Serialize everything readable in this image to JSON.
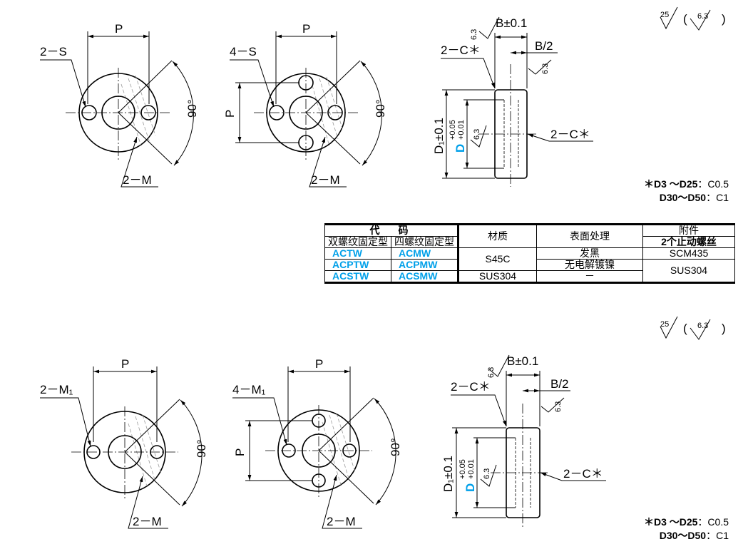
{
  "labels": {
    "two_s": "2－S",
    "four_s": "4－S",
    "two_m1": "2－M₁",
    "four_m1": "4－M₁",
    "two_m": "2－M",
    "p": "P",
    "deg90": "90°",
    "b_tol": "B±0.1",
    "b_half": "B/2",
    "two_c_star": "2－C＊",
    "d1_tol": "D₁±0.1",
    "d_label": "D",
    "d_tol_upper": "+0.05",
    "d_tol_lower": "+0.01",
    "rough_63": "6.3",
    "rough_25": "25"
  },
  "chamfer_note": {
    "row1_prefix": "＊D3 ～D25",
    "row1_value": "：C0.5",
    "row2_prefix": "D30～D50",
    "row2_value": "：C1"
  },
  "table": {
    "header_code": "代　码",
    "header_double": "双螺纹固定型",
    "header_quad": "四螺纹固定型",
    "header_material": "材质",
    "header_surface": "表面处理",
    "header_accessory": "附件",
    "header_set_screw": "2个止动螺丝",
    "rows": [
      {
        "double": "ACTW",
        "quad": "ACMW"
      },
      {
        "double": "ACPTW",
        "quad": "ACPMW"
      },
      {
        "double": "ACSTW",
        "quad": "ACSMW"
      }
    ],
    "material_s45c": "S45C",
    "material_sus304": "SUS304",
    "surface_black": "发黑",
    "surface_nickel": "无电解镀镍",
    "surface_none": "－",
    "accessory_scm435": "SCM435",
    "accessory_sus304": "SUS304"
  }
}
